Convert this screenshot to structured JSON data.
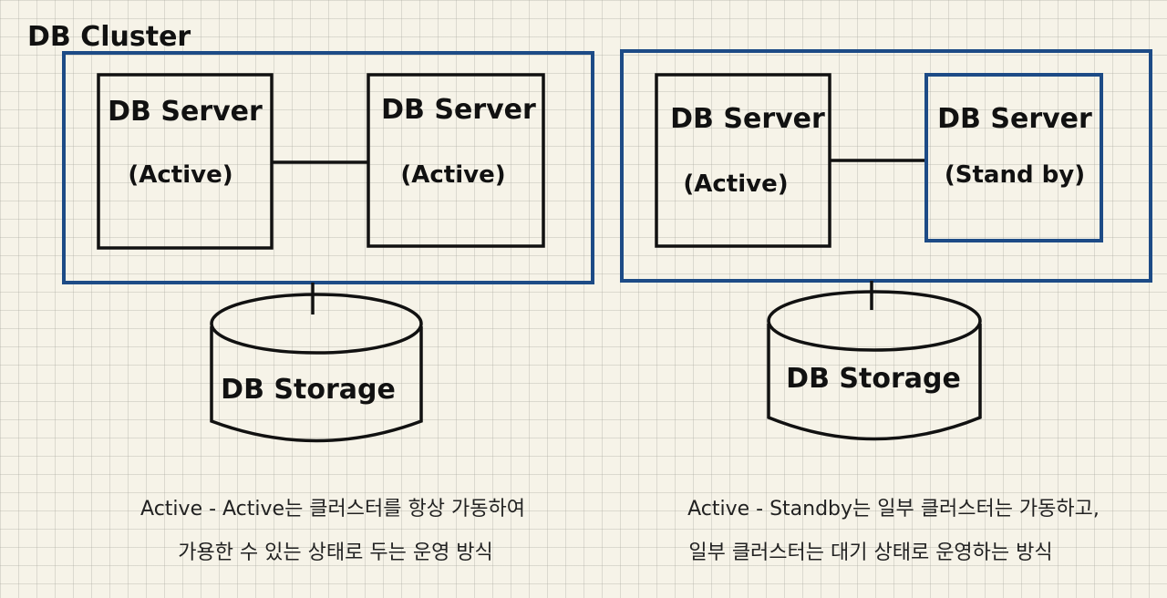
{
  "cluster_label": "DB Cluster",
  "colors": {
    "cluster_border": "#1d4b86",
    "box_border": "#111111",
    "standby_border": "#1d4b86",
    "background": "#f6f3e8"
  },
  "left": {
    "server1": {
      "name": "DB Server",
      "status": "(Active)"
    },
    "server2": {
      "name": "DB Server",
      "status": "(Active)"
    },
    "storage": "DB Storage",
    "caption_line1": "Active - Active는 클러스터를 항상 가동하여",
    "caption_line2": "가용한 수 있는 상태로 두는 운영 방식"
  },
  "right": {
    "server1": {
      "name": "DB Server",
      "status": "(Active)"
    },
    "server2": {
      "name": "DB Server",
      "status": "(Stand by)"
    },
    "storage": "DB Storage",
    "caption_line1": "Active - Standby는 일부 클러스터는 가동하고,",
    "caption_line2": "일부 클러스터는 대기 상태로 운영하는 방식"
  }
}
